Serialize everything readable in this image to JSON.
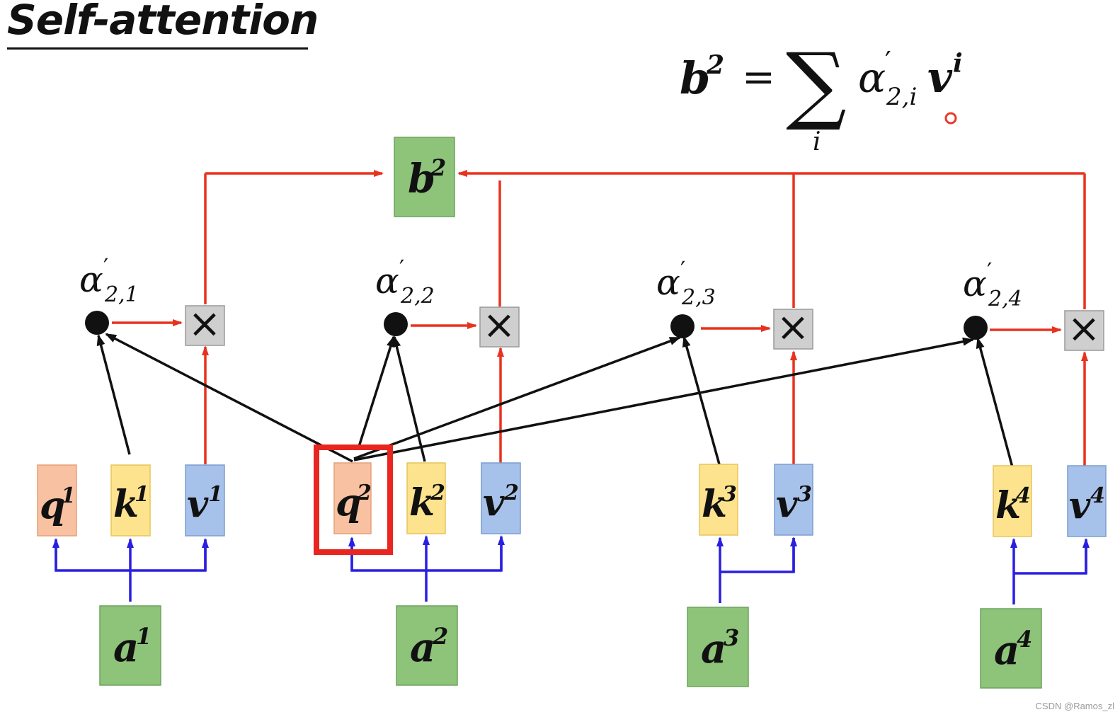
{
  "title": "Self-attention",
  "formula": {
    "lhs": "b",
    "lhs_sup": "2",
    "equals": "=",
    "sum": "∑",
    "sum_index": "i",
    "alpha": "α",
    "alpha_prime": "′",
    "alpha_sub": "2,i",
    "v": "v",
    "v_sup": "i"
  },
  "boxes": {
    "q1": {
      "base": "q",
      "sup": "1"
    },
    "k1": {
      "base": "k",
      "sup": "1"
    },
    "v1": {
      "base": "v",
      "sup": "1"
    },
    "q2": {
      "base": "q",
      "sup": "2"
    },
    "k2": {
      "base": "k",
      "sup": "2"
    },
    "v2": {
      "base": "v",
      "sup": "2"
    },
    "k3": {
      "base": "k",
      "sup": "3"
    },
    "v3": {
      "base": "v",
      "sup": "3"
    },
    "k4": {
      "base": "k",
      "sup": "4"
    },
    "v4": {
      "base": "v",
      "sup": "4"
    },
    "a1": {
      "base": "a",
      "sup": "1"
    },
    "a2": {
      "base": "a",
      "sup": "2"
    },
    "a3": {
      "base": "a",
      "sup": "3"
    },
    "a4": {
      "base": "a",
      "sup": "4"
    },
    "b2": {
      "base": "b",
      "sup": "2"
    }
  },
  "alphas": [
    {
      "base": "α",
      "prime": "′",
      "sub": "2,1"
    },
    {
      "base": "α",
      "prime": "′",
      "sub": "2,2"
    },
    {
      "base": "α",
      "prime": "′",
      "sub": "2,3"
    },
    {
      "base": "α",
      "prime": "′",
      "sub": "2,4"
    }
  ],
  "multiply_symbol": "×",
  "watermark": "CSDN @Ramos_zl",
  "colors": {
    "query": "#f8c1a1",
    "key": "#fde38e",
    "value": "#a7c2ea",
    "input": "#8ec37a",
    "output": "#8ec37a",
    "highlight": "#e8251f",
    "red_arrow": "#e8321f",
    "blue_arrow": "#2a1fe0",
    "black_arrow": "#111111",
    "multiply_box": "#cfcfcf"
  }
}
